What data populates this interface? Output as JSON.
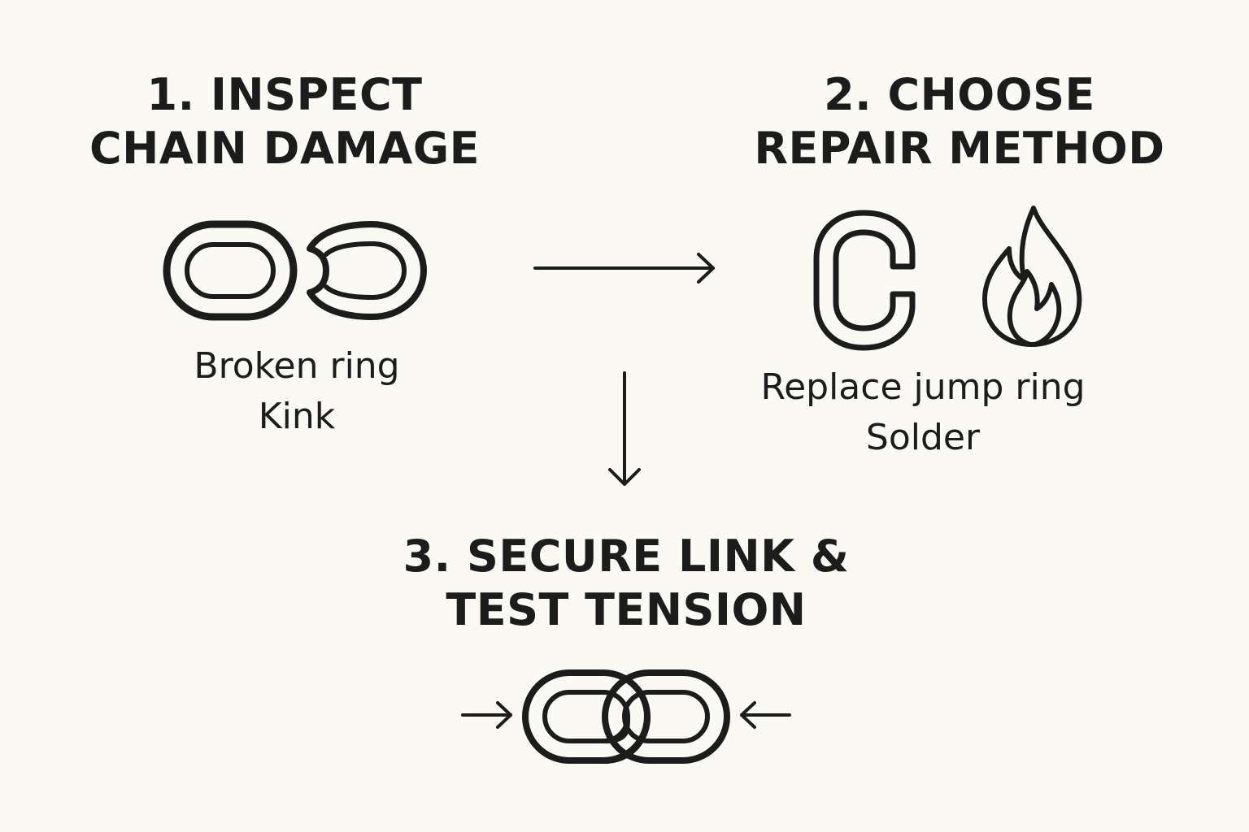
{
  "steps": [
    {
      "title_line1": "1. INSPECT",
      "title_line2": "CHAIN DAMAGE",
      "caption_line1": "Broken ring",
      "caption_line2": "Kink",
      "icon": "broken-chain-link-icon"
    },
    {
      "title_line1": "2. CHOOSE",
      "title_line2": "REPAIR METHOD",
      "caption_line1": "Replace jump ring",
      "caption_line2": "Solder",
      "icons": [
        "jump-ring-icon",
        "flame-icon"
      ]
    },
    {
      "title_line1": "3. SECURE LINK &",
      "title_line2": "TEST TENSION",
      "icons": [
        "arrow-right-icon",
        "linked-chain-icon",
        "arrow-left-icon"
      ]
    }
  ],
  "connectors": [
    "arrow-right-icon",
    "arrow-down-icon"
  ],
  "colors": {
    "background": "#fbf9f4",
    "ink": "#1c1c1c"
  }
}
